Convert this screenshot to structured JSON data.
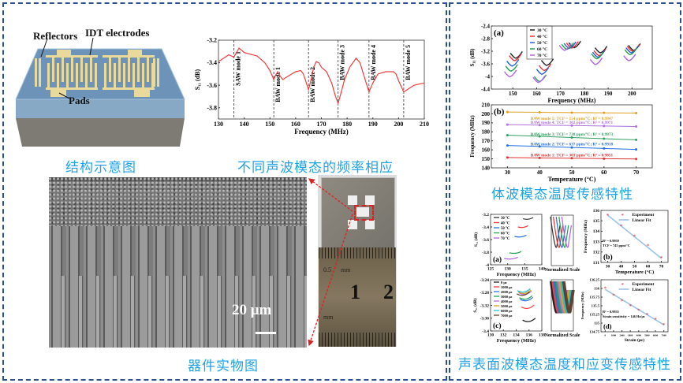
{
  "left_panel": {
    "schematic": {
      "labels": {
        "reflectors": "Reflectors",
        "idt": "IDT electrodes",
        "pads": "Pads"
      },
      "caption": "结构示意图"
    },
    "frequency_response": {
      "caption": "不同声波模态的频率相应"
    },
    "device": {
      "caption": "器件实物图",
      "scale_bar": "20 μm",
      "ruler": {
        "n1": "1",
        "n2": "2",
        "half": "0.5",
        "mm_top": "mm",
        "mm_bottom": "mm"
      }
    }
  },
  "right_panel": {
    "bulk_caption": "体波模态温度传感特性",
    "saw_caption": "声表面波模态温度和应变传感特性"
  },
  "colors": {
    "caption": "#1ea2e6",
    "border": "#2b4f8f",
    "curve": "#f03c3c",
    "arrow": "#e02020"
  },
  "chart_data": [
    {
      "id": "s11_spectrum",
      "type": "line",
      "xlabel": "Frequency (MHz)",
      "ylabel": "S₁₁ (dB)",
      "xlim": [
        130,
        210
      ],
      "ylim": [
        -3.9,
        -3.2
      ],
      "xticks": [
        130,
        140,
        150,
        160,
        170,
        180,
        190,
        200,
        210
      ],
      "yticks": [
        -3.2,
        -3.4,
        -3.6,
        -3.8
      ],
      "series": [
        {
          "color": "#f03c3c",
          "line": true,
          "x": [
            130,
            132,
            134,
            135,
            136,
            137,
            138,
            139,
            140,
            145,
            148,
            150,
            151.5,
            152,
            153,
            154,
            155,
            157,
            160,
            162,
            163,
            164,
            165,
            166,
            167,
            168,
            169,
            170,
            172,
            174,
            175.5,
            176.5,
            177.5,
            179,
            181,
            183.5,
            185,
            187,
            188.5,
            190,
            192,
            195,
            198,
            199,
            200,
            202,
            204,
            206,
            208,
            210
          ],
          "y": [
            -3.39,
            -3.36,
            -3.33,
            -3.34,
            -3.35,
            -3.31,
            -3.27,
            -3.29,
            -3.31,
            -3.34,
            -3.4,
            -3.47,
            -3.55,
            -3.52,
            -3.48,
            -3.52,
            -3.55,
            -3.52,
            -3.48,
            -3.47,
            -3.5,
            -3.57,
            -3.64,
            -3.55,
            -3.44,
            -3.39,
            -3.4,
            -3.44,
            -3.48,
            -3.58,
            -3.7,
            -3.76,
            -3.68,
            -3.55,
            -3.44,
            -3.36,
            -3.4,
            -3.55,
            -3.66,
            -3.58,
            -3.5,
            -3.48,
            -3.48,
            -3.5,
            -3.56,
            -3.66,
            -3.63,
            -3.6,
            -3.59,
            -3.58
          ]
        }
      ],
      "vlines": [
        {
          "x": 136,
          "label": "SAW mode 1"
        },
        {
          "x": 151.5,
          "label": "BAW mode 1"
        },
        {
          "x": 165,
          "label": "BAW mode 2"
        },
        {
          "x": 176.5,
          "label": "BAW mode 3"
        },
        {
          "x": 188.5,
          "label": "BAW mode 4"
        },
        {
          "x": 202,
          "label": "BAW mode 5"
        }
      ]
    },
    {
      "id": "baw_temp_spectra",
      "type": "line",
      "panel": "(a)",
      "xlabel": "Frequency (MHz)",
      "ylabel": "S₁₁ (dB)",
      "xlim": [
        141,
        208.5
      ],
      "ylim": [
        -4.4,
        -2.4
      ],
      "xticks": [
        150,
        160,
        170,
        180,
        190,
        200
      ],
      "yticks": [
        -2.4,
        -2.8,
        -3.2,
        -3.6,
        -4.0,
        -4.4
      ],
      "legend": "top-center",
      "series": [
        {
          "name": "30 °C",
          "color": "#222222",
          "minima": [
            [
              151.5,
              -3.41
            ],
            [
              164.5,
              -3.64
            ],
            [
              176,
              -3.08
            ],
            [
              187,
              -3.24
            ],
            [
              201,
              -3.16
            ]
          ]
        },
        {
          "name": "40 °C",
          "color": "#f03030",
          "minima": [
            [
              151,
              -3.49
            ],
            [
              163.5,
              -3.8
            ],
            [
              175,
              -3.09
            ],
            [
              186.5,
              -3.33
            ],
            [
              200.5,
              -3.19
            ]
          ]
        },
        {
          "name": "50 °C",
          "color": "#2060e0",
          "minima": [
            [
              150,
              -3.66
            ],
            [
              162.5,
              -3.92
            ],
            [
              174,
              -3.1
            ],
            [
              186,
              -3.38
            ],
            [
              200,
              -3.24
            ]
          ]
        },
        {
          "name": "60 °C",
          "color": "#20a050",
          "minima": [
            [
              149.5,
              -3.82
            ],
            [
              161.5,
              -4.15
            ],
            [
              173,
              -3.13
            ],
            [
              185.5,
              -3.43
            ],
            [
              199.5,
              -3.3
            ]
          ]
        },
        {
          "name": "70 °C",
          "color": "#b060e0",
          "minima": [
            [
              149,
              -4.0
            ],
            [
              161,
              -4.18
            ],
            [
              172,
              -3.16
            ],
            [
              185,
              -3.61
            ],
            [
              199,
              -3.49
            ]
          ]
        }
      ]
    },
    {
      "id": "baw_tcf",
      "type": "line",
      "panel": "(b)",
      "xlabel": "Temperature (°C)",
      "ylabel": "Frequency (MHz)",
      "xlim": [
        25,
        75
      ],
      "ylim": [
        140,
        210
      ],
      "xticks": [
        30,
        40,
        50,
        60,
        70
      ],
      "yticks": [
        140,
        150,
        160,
        170,
        180,
        190,
        200,
        210
      ],
      "x": [
        30,
        40,
        50,
        60,
        70
      ],
      "series": [
        {
          "label": "BAW mode 5: TCF = 154 ppm/°C; R² = 0.9947",
          "color": "#e0a020",
          "y": [
            202.0,
            201.7,
            201.4,
            201.1,
            200.8
          ]
        },
        {
          "label": "BAW mode 4: TCF = 302 ppm/°C; R² = 0.9971",
          "color": "#b070e0",
          "y": [
            188.0,
            187.5,
            187.0,
            186.5,
            185.9
          ]
        },
        {
          "label": "BAW mode 3: TCF = 738 ppm/°C; R² = 0.9973",
          "color": "#30a060",
          "y": [
            176.3,
            175.0,
            173.7,
            172.4,
            171.2
          ]
        },
        {
          "label": "BAW mode 2: TCF = 637 ppm/°C; R² = 0.9918",
          "color": "#2070e0",
          "y": [
            164.8,
            163.8,
            162.6,
            161.6,
            160.5
          ]
        },
        {
          "label": "BAW mode 1: TCF = 303 ppm/°C; R² = 0.9851",
          "color": "#e03030",
          "y": [
            151.5,
            151.1,
            150.7,
            150.2,
            149.8
          ]
        }
      ]
    },
    {
      "id": "saw_temp_spectra",
      "type": "line",
      "panel": "(a)",
      "xlabel": "Frequency (MHz)",
      "ylabel": "S₁₁ (dB)",
      "xlim": [
        125,
        140
      ],
      "ylim": [
        -4.0,
        -3.2
      ],
      "xticks": [
        125,
        130,
        135,
        140
      ],
      "yticks": [
        -3.2,
        -3.4,
        -3.6,
        -3.8,
        -4.0
      ],
      "legend": "top-left",
      "inset_label": "Normalized Scale",
      "series": [
        {
          "name": "30 °C",
          "color": "#333333",
          "range": [
            134.5,
            137.5
          ],
          "level": -3.28
        },
        {
          "name": "40 °C",
          "color": "#f03030",
          "range": [
            133,
            136
          ],
          "level": -3.41
        },
        {
          "name": "50 °C",
          "color": "#2070e0",
          "range": [
            132,
            135.5
          ],
          "level": -3.56
        },
        {
          "name": "60 °C",
          "color": "#20a050",
          "range": [
            130.5,
            134
          ],
          "level": -3.82
        },
        {
          "name": "70 °C",
          "color": "#b060e0",
          "range": [
            129,
            133
          ],
          "level": -3.91
        }
      ]
    },
    {
      "id": "saw_tcf",
      "type": "scatter",
      "panel": "(b)",
      "xlabel": "Temperature (°C)",
      "ylabel": "Frequency (MHz)",
      "xlim": [
        25,
        75
      ],
      "ylim": [
        131,
        136
      ],
      "xticks": [
        30,
        40,
        50,
        60,
        70
      ],
      "yticks": [
        131,
        132,
        133,
        134,
        135,
        136
      ],
      "legend": [
        "Experiment",
        "Linear Fit"
      ],
      "x": [
        30,
        40,
        50,
        60,
        70
      ],
      "y": [
        135.5,
        134.5,
        133.5,
        132.6,
        131.4
      ],
      "fit": [
        135.55,
        131.4
      ],
      "annotation": [
        "R² = 0.9959",
        "TCF = 745 ppm/°C"
      ]
    },
    {
      "id": "saw_strain_spectra",
      "type": "line",
      "panel": "(c)",
      "xlabel": "Frequency (MHz)",
      "ylabel": "S₁₁ (dB)",
      "xlim": [
        130,
        138
      ],
      "ylim": [
        -3.4,
        -3.24
      ],
      "xticks": [
        130,
        132,
        134,
        136,
        138
      ],
      "yticks": [
        -3.24,
        -3.28,
        -3.32,
        -3.36,
        -3.4
      ],
      "legend": "top-left",
      "inset_label": "Normalized Scale",
      "series": [
        {
          "name": "0 με",
          "color": "#222222",
          "range": [
            135,
            137
          ],
          "level": -3.372
        },
        {
          "name": "1000 με",
          "color": "#f04040",
          "range": [
            134.8,
            136.8
          ],
          "level": -3.331
        },
        {
          "name": "2000 με",
          "color": "#3070e0",
          "range": [
            134.6,
            136.6
          ],
          "level": -3.307
        },
        {
          "name": "3000 με",
          "color": "#20a050",
          "range": [
            134.5,
            136.5
          ],
          "level": -3.302
        },
        {
          "name": "4000 με",
          "color": "#b070e0",
          "range": [
            134.4,
            136.4
          ],
          "level": -3.287
        },
        {
          "name": "5000 με",
          "color": "#e0a020",
          "range": [
            134.3,
            136.3
          ],
          "level": -3.284
        },
        {
          "name": "6000 με",
          "color": "#20c0d0",
          "range": [
            134.2,
            136.2
          ],
          "level": -3.28
        },
        {
          "name": "7000 με",
          "color": "#604030",
          "range": [
            134.1,
            136.1
          ],
          "level": -3.29
        }
      ]
    },
    {
      "id": "saw_strain",
      "type": "scatter",
      "panel": "(d)",
      "xlabel": "Strain (με)",
      "ylabel": "Frequency (MHz)",
      "xlim": [
        -500,
        7500
      ],
      "ylim": [
        134.75,
        136.25
      ],
      "xticks": [
        0,
        1000,
        2000,
        3000,
        4000,
        5000,
        6000,
        7000
      ],
      "yticks": [
        134.75,
        135.0,
        135.25,
        135.5,
        135.75,
        136.0,
        136.25
      ],
      "legend": [
        "Experiment",
        "Linear Fit"
      ],
      "x": [
        0,
        1000,
        2000,
        3000,
        4000,
        5000,
        6000,
        7000
      ],
      "y": [
        136.0,
        135.8,
        135.64,
        135.49,
        135.36,
        135.24,
        135.1,
        134.94
      ],
      "fit": [
        135.97,
        134.95
      ],
      "annotation": [
        "R² = 0.9935",
        "Strain sensitivity = 146 Hz/με"
      ]
    }
  ]
}
